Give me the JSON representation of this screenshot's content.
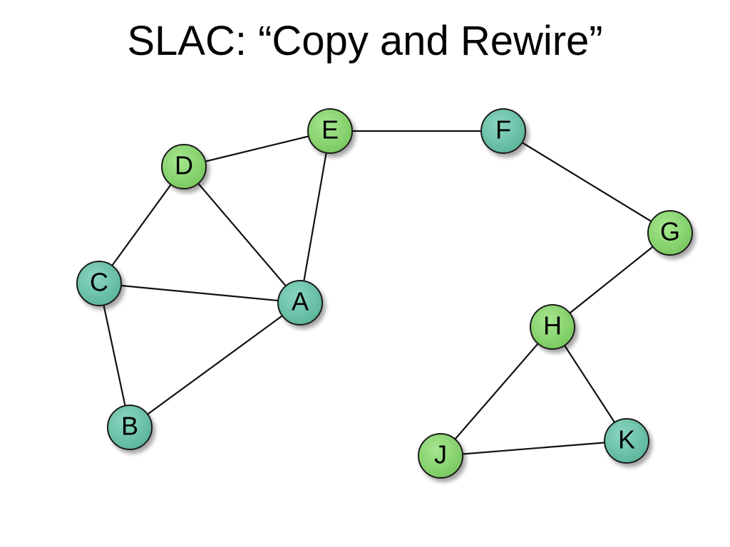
{
  "title": "SLAC: “Copy and Rewire”",
  "colors": {
    "green_fill": "#88d66f",
    "teal_fill": "#6cc4aa",
    "outline": "#1a1a1a",
    "edge": "#111111"
  },
  "nodes": [
    {
      "id": "A",
      "label": "A",
      "color": "teal"
    },
    {
      "id": "B",
      "label": "B",
      "color": "teal"
    },
    {
      "id": "C",
      "label": "C",
      "color": "teal"
    },
    {
      "id": "D",
      "label": "D",
      "color": "green"
    },
    {
      "id": "E",
      "label": "E",
      "color": "green"
    },
    {
      "id": "F",
      "label": "F",
      "color": "teal"
    },
    {
      "id": "G",
      "label": "G",
      "color": "green"
    },
    {
      "id": "H",
      "label": "H",
      "color": "green"
    },
    {
      "id": "J",
      "label": "J",
      "color": "green"
    },
    {
      "id": "K",
      "label": "K",
      "color": "teal"
    }
  ],
  "edges": [
    [
      "D",
      "E"
    ],
    [
      "E",
      "F"
    ],
    [
      "E",
      "A"
    ],
    [
      "D",
      "A"
    ],
    [
      "D",
      "C"
    ],
    [
      "C",
      "A"
    ],
    [
      "C",
      "B"
    ],
    [
      "B",
      "A"
    ],
    [
      "F",
      "G"
    ],
    [
      "G",
      "H"
    ],
    [
      "H",
      "J"
    ],
    [
      "H",
      "K"
    ],
    [
      "J",
      "K"
    ]
  ]
}
